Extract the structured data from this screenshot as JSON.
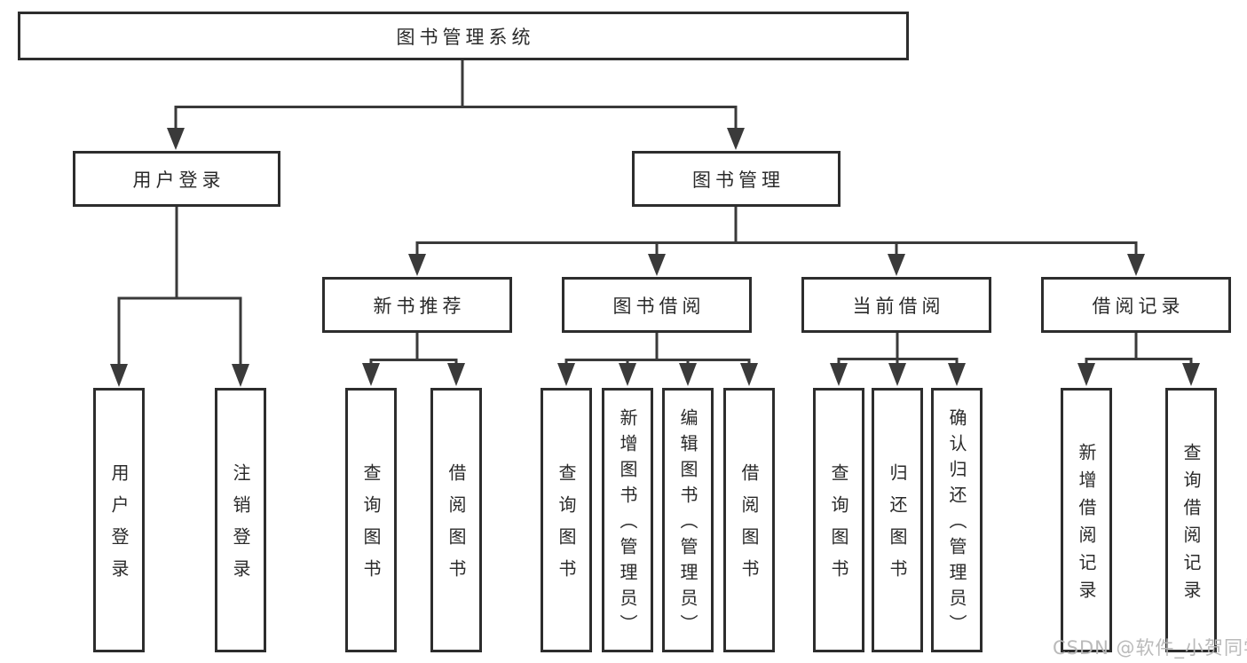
{
  "diagram": {
    "root": {
      "label": "图书管理系统"
    },
    "branches": [
      {
        "label": "用户登录",
        "leaves": [
          {
            "label": "用户登录"
          },
          {
            "label": "注销登录"
          }
        ]
      },
      {
        "label": "图书管理",
        "sections": [
          {
            "label": "新书推荐",
            "leaves": [
              {
                "label": "查询图书"
              },
              {
                "label": "借阅图书"
              }
            ]
          },
          {
            "label": "图书借阅",
            "leaves": [
              {
                "label": "查询图书"
              },
              {
                "label": "新增图书（管理员）"
              },
              {
                "label": "编辑图书（管理员）"
              },
              {
                "label": "借阅图书"
              }
            ]
          },
          {
            "label": "当前借阅",
            "leaves": [
              {
                "label": "查询图书"
              },
              {
                "label": "归还图书"
              },
              {
                "label": "确认归还（管理员）"
              }
            ]
          },
          {
            "label": "借阅记录",
            "leaves": [
              {
                "label": "新增借阅记录"
              },
              {
                "label": "查询借阅记录"
              }
            ]
          }
        ]
      }
    ]
  },
  "watermark": {
    "text": "CSDN @软件_小贺同学"
  },
  "colors": {
    "line": "#3a3a3a",
    "box_border": "#2d2d2d",
    "text": "#2a2a2a",
    "watermark": "#b6b6b6",
    "background": "#ffffff"
  }
}
